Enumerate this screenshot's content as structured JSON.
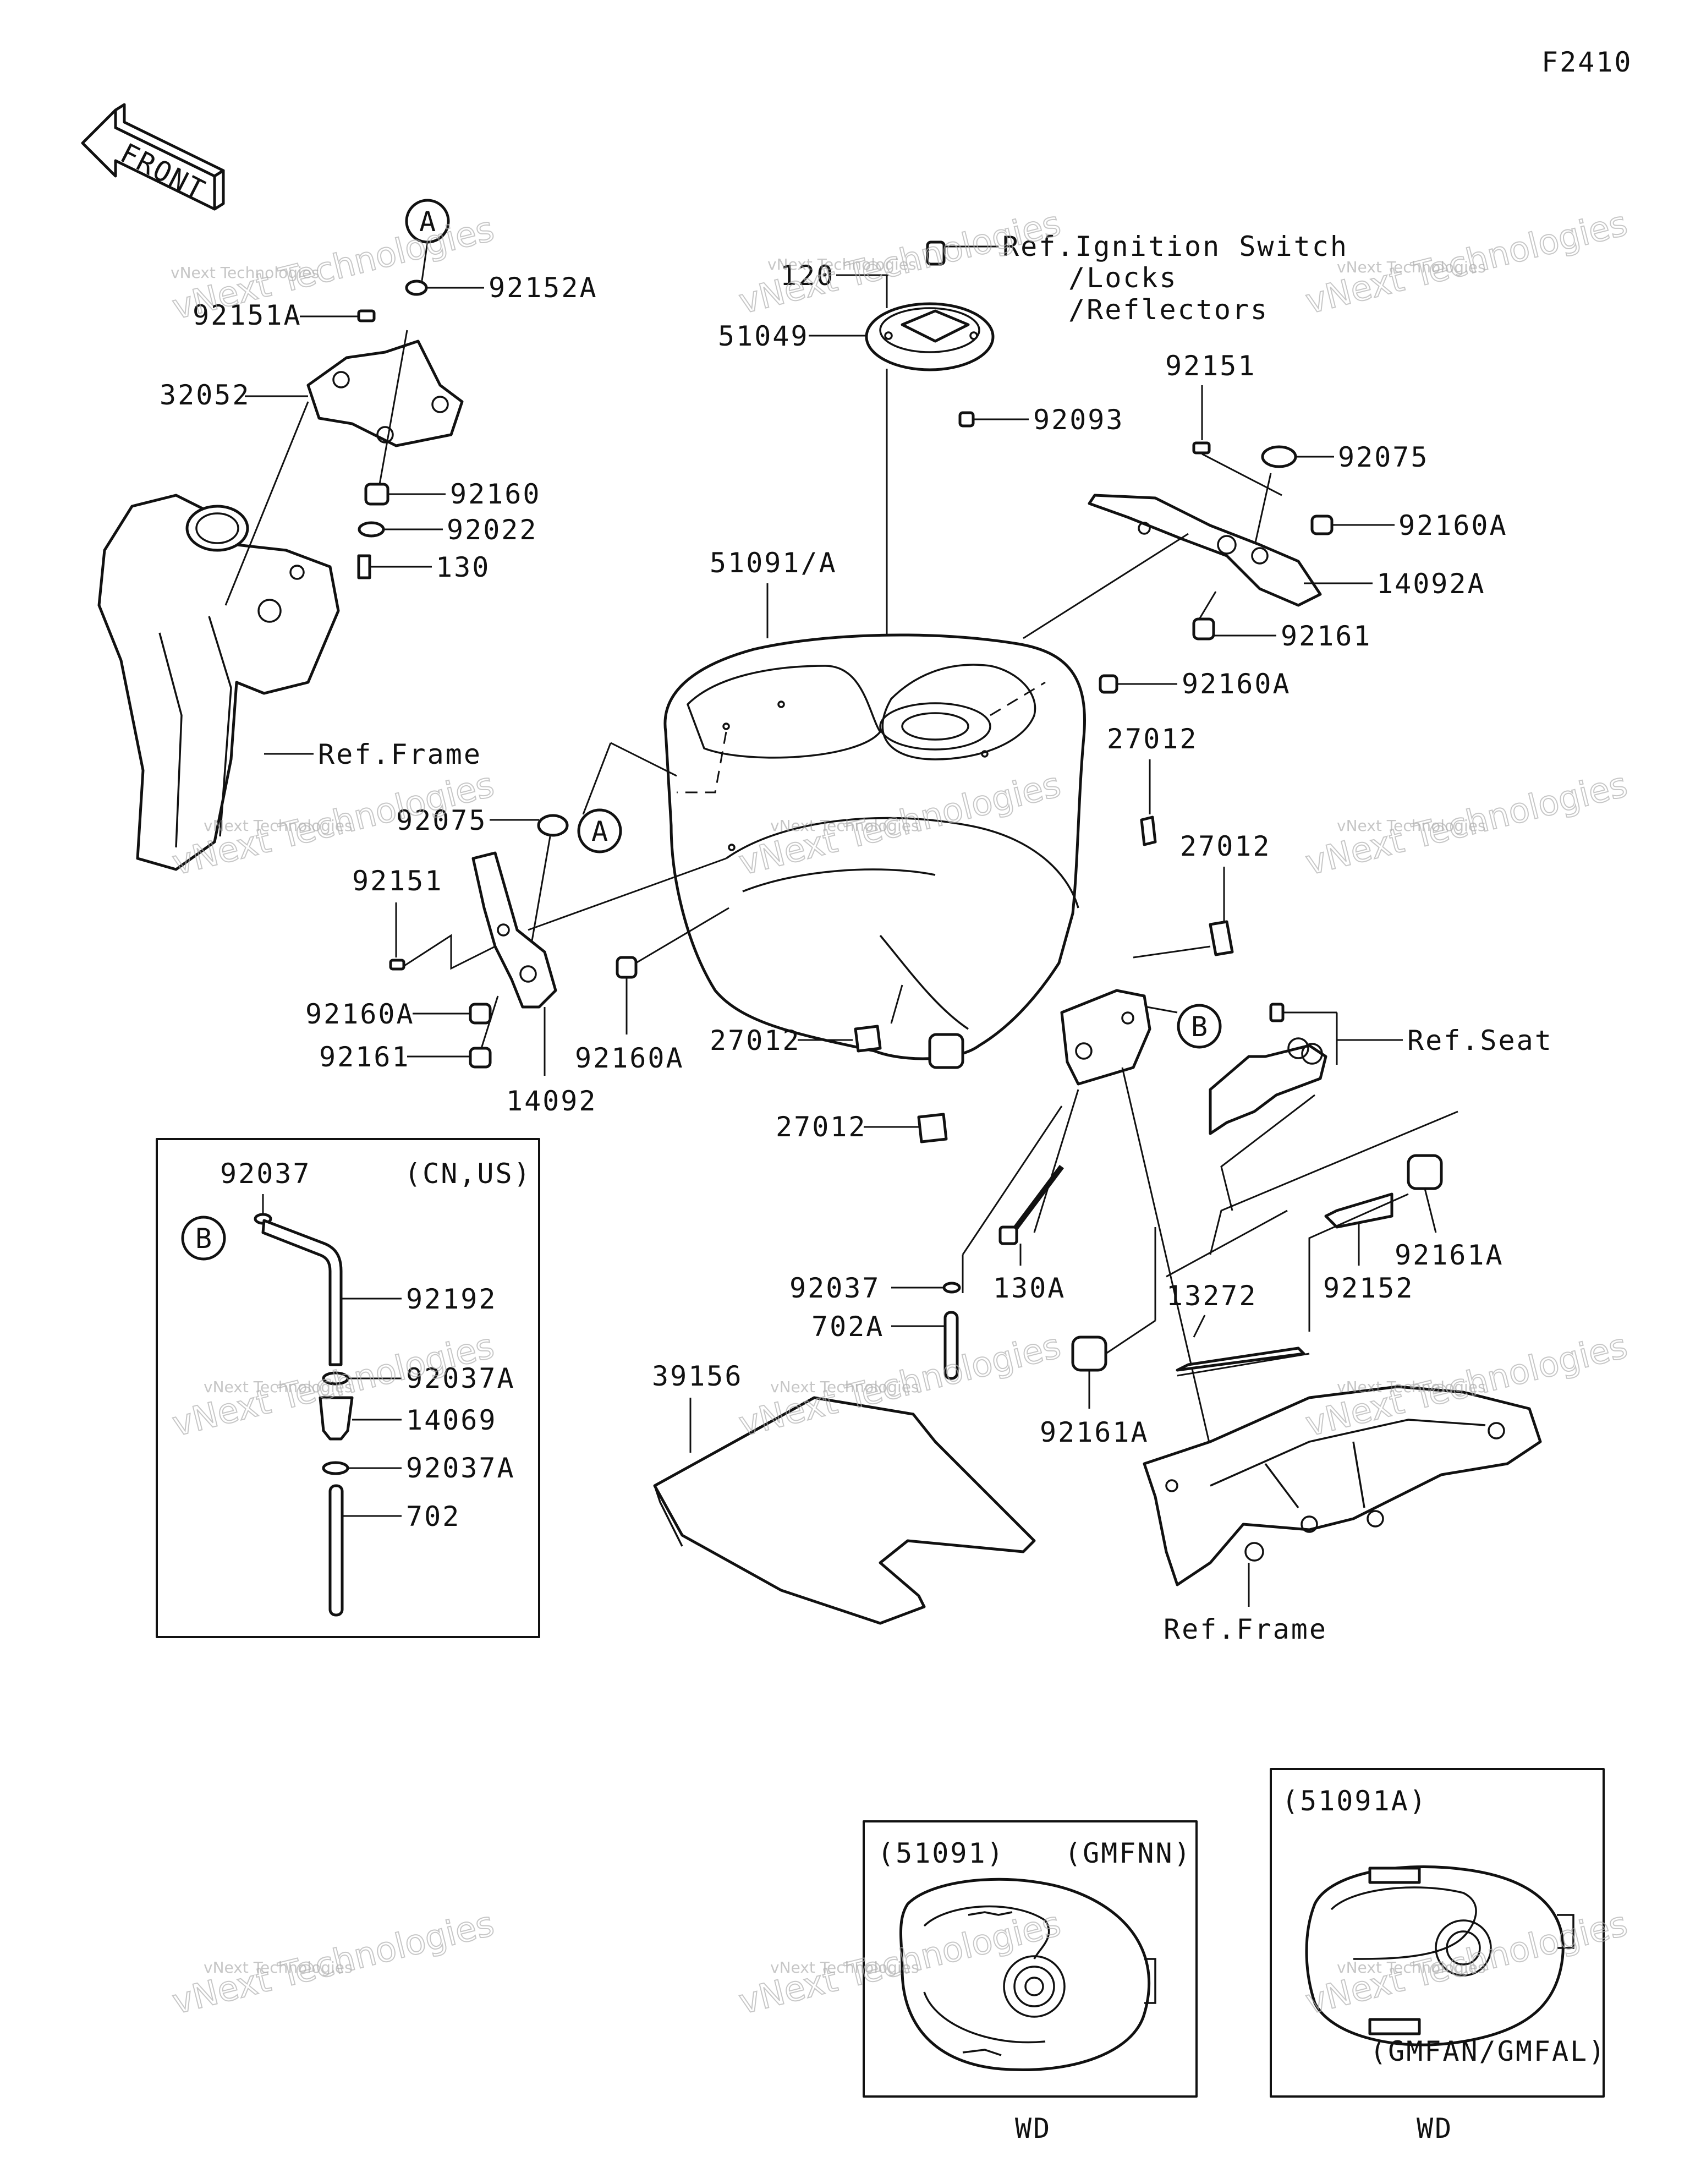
{
  "diagram_code": "F2410",
  "front_label": "FRONT",
  "refs": {
    "A": "A",
    "B": "B"
  },
  "labels": {
    "p92152A": "92152A",
    "p92151A": "92151A",
    "p32052": "32052",
    "p92160": "92160",
    "p92022": "92022",
    "p130": "130",
    "ref_frame_1": "Ref.Frame",
    "ref_ignition": "Ref.Ignition Switch",
    "ref_locks": "/Locks",
    "ref_reflectors": "/Reflectors",
    "p120": "120",
    "p51049": "51049",
    "p92093": "92093",
    "p92151": "92151",
    "p92075_r": "92075",
    "p92160A_r1": "92160A",
    "p14092A": "14092A",
    "p92161_r": "92161",
    "p51091A": "51091/A",
    "p92160A_r2": "92160A",
    "p27012_1": "27012",
    "p27012_2": "27012",
    "p92075_l": "92075",
    "p92151_l": "92151",
    "p92160A_l": "92160A",
    "p92161_l": "92161",
    "p14092": "14092",
    "p92160A_c": "92160A",
    "p27012_3": "27012",
    "p27012_4": "27012",
    "ref_seat": "Ref.Seat",
    "p92161A_1": "92161A",
    "p92152": "92152",
    "p130A": "130A",
    "p13272": "13272",
    "p92037_c": "92037",
    "p702A": "702A",
    "p39156": "39156",
    "p92161A_2": "92161A",
    "ref_frame_2": "Ref.Frame"
  },
  "inset_hose": {
    "market": "(CN,US)",
    "p92037": "92037",
    "p92192": "92192",
    "p92037A_1": "92037A",
    "p14069": "14069",
    "p92037A_2": "92037A",
    "p702": "702"
  },
  "inset_51091": {
    "part": "(51091)",
    "variant": "(GMFNN)",
    "caption": "WD"
  },
  "inset_51091A": {
    "part": "(51091A)",
    "variant": "(GMFAN/GMFAL)",
    "caption": "WD"
  },
  "watermark": {
    "line1": "vNext Technologies",
    "line2": "vNext Technologies"
  }
}
